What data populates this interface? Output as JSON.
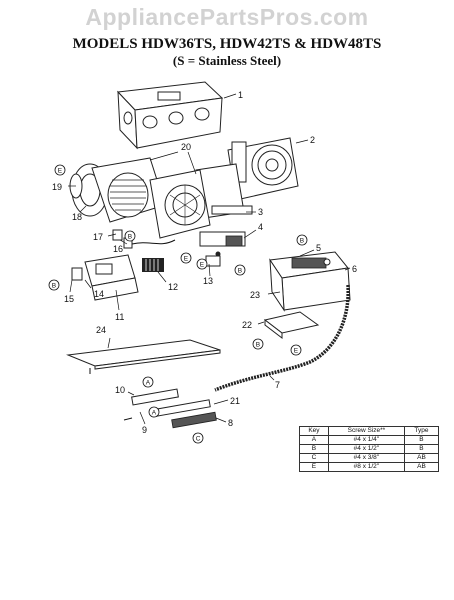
{
  "watermark": "AppliancePartsPros.com",
  "title": "MODELS HDW36TS, HDW42TS & HDW48TS",
  "subtitle": "(S = Stainless Steel)",
  "callouts": [
    "1",
    "2",
    "3",
    "4",
    "5",
    "6",
    "7",
    "8",
    "9",
    "10",
    "11",
    "12",
    "13",
    "14",
    "15",
    "16",
    "17",
    "18",
    "19",
    "20",
    "21",
    "22",
    "23",
    "24"
  ],
  "screw_markers": [
    "A",
    "B",
    "C",
    "E"
  ],
  "key_table": {
    "headers": [
      "Key",
      "Screw Size**",
      "Type"
    ],
    "rows": [
      [
        "A",
        "#4 x 1/4\"",
        "B"
      ],
      [
        "B",
        "#4 x 1/2\"",
        "B"
      ],
      [
        "C",
        "#4 x 3/8\"",
        "AB"
      ],
      [
        "E",
        "#8 x 1/2\"",
        "AB"
      ]
    ]
  }
}
